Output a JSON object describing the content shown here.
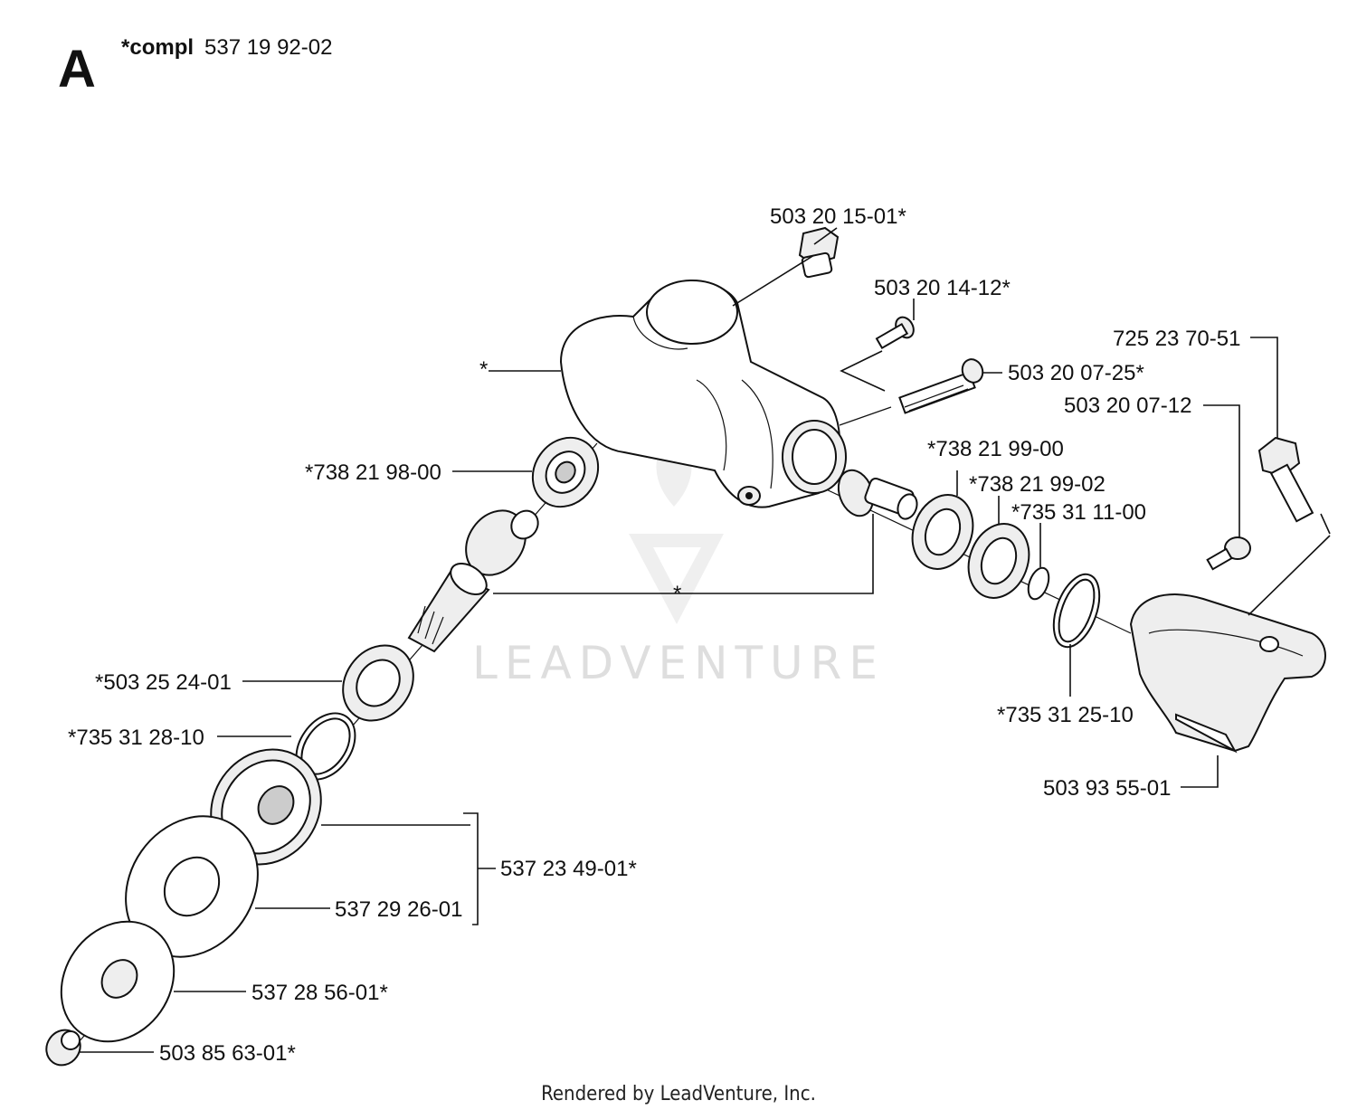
{
  "header": {
    "letter": "A",
    "compl_prefix": "*compl",
    "compl_number": "537 19 92-02"
  },
  "watermark": "LEADVENTURE",
  "footer": "Rendered by LeadVenture, Inc.",
  "labels": {
    "p_503_20_15_01": "503 20 15-01*",
    "p_503_20_14_12": "503 20 14-12*",
    "p_725_23_70_51": "725 23 70-51",
    "p_503_20_07_25": "503 20 07-25*",
    "p_503_20_07_12": "503 20 07-12",
    "p_star_housing": "*",
    "p_738_21_99_00": "*738 21 99-00",
    "p_738_21_99_02": "*738 21 99-02",
    "p_735_31_11_00": "*735 31 11-00",
    "p_738_21_98_00": "*738 21 98-00",
    "p_star_gears": "*",
    "p_503_25_24_01": "*503 25 24-01",
    "p_735_31_25_10": "*735 31 25-10",
    "p_735_31_28_10": "*735 31 28-10",
    "p_503_93_55_01": "503 93 55-01",
    "p_537_23_49_01": "537 23 49-01*",
    "p_537_29_26_01": "537 29 26-01",
    "p_537_28_56_01": "537 28 56-01*",
    "p_503_85_63_01": "503 85 63-01*"
  }
}
